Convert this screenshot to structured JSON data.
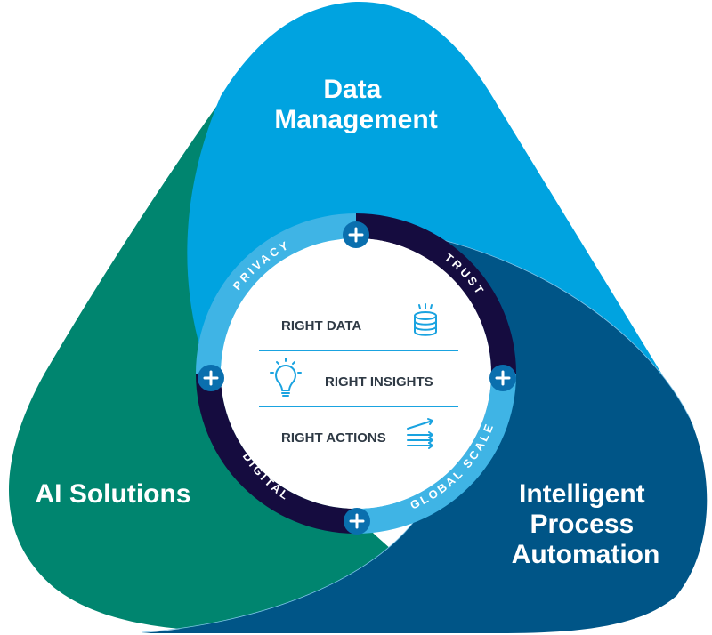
{
  "regions": [
    {
      "id": "data-management",
      "lines": [
        "Data",
        "Management"
      ],
      "color": "#00a3e0"
    },
    {
      "id": "ai-solutions",
      "lines": [
        "AI Solutions"
      ],
      "color": "#00856f"
    },
    {
      "id": "intelligent-process-automation",
      "lines": [
        "Intelligent",
        "Process",
        "Automation"
      ],
      "color": "#005587"
    }
  ],
  "ring": {
    "segments": [
      {
        "label": "PRIVACY",
        "color": "#3fb4e5"
      },
      {
        "label": "TRUST",
        "color": "#150c3f"
      },
      {
        "label": "GLOBAL SCALE",
        "color": "#3fb4e5"
      },
      {
        "label": "DIGITAL",
        "color": "#150c3f"
      }
    ],
    "plus_button_color": "#0a6fae",
    "plus_symbol": "+"
  },
  "center": {
    "rows": [
      {
        "label": "RIGHT DATA",
        "icon": "database-icon"
      },
      {
        "label": "RIGHT INSIGHTS",
        "icon": "lightbulb-icon"
      },
      {
        "label": "RIGHT ACTIONS",
        "icon": "arrows-icon"
      }
    ],
    "divider_color": "#1aa3e0"
  }
}
